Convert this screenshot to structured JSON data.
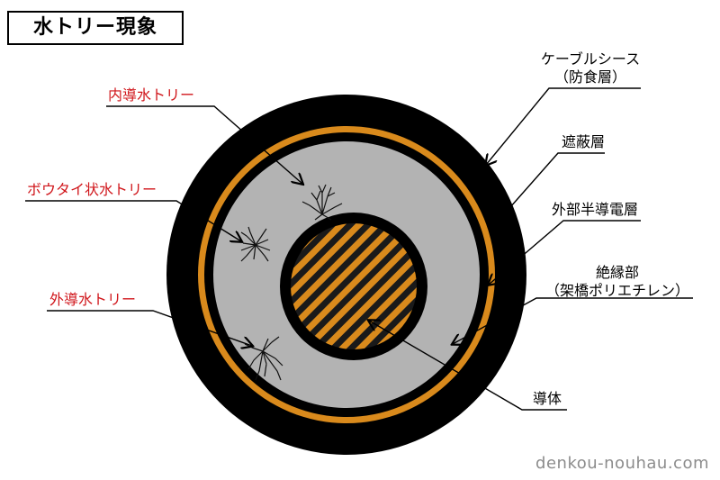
{
  "title": "水トリー現象",
  "labels": {
    "inner_tree": "内導水トリー",
    "bowtie_tree": "ボウタイ状水トリー",
    "outer_tree": "外導水トリー",
    "sheath_line1": "ケーブルシース",
    "sheath_line2": "（防食層）",
    "shield": "遮蔽層",
    "outer_semicon": "外部半導電層",
    "insulation_line1": "絶縁部",
    "insulation_line2": "（架橋ポリエチレン）",
    "conductor": "導体"
  },
  "watermark": "denkou-nouhau.com",
  "colors": {
    "sheath": "#000000",
    "shield": "#d98a1c",
    "insulation": "#b3b3b3",
    "conductor_stripe": "#d98a1c",
    "tree_label_red": "#d0161b"
  }
}
